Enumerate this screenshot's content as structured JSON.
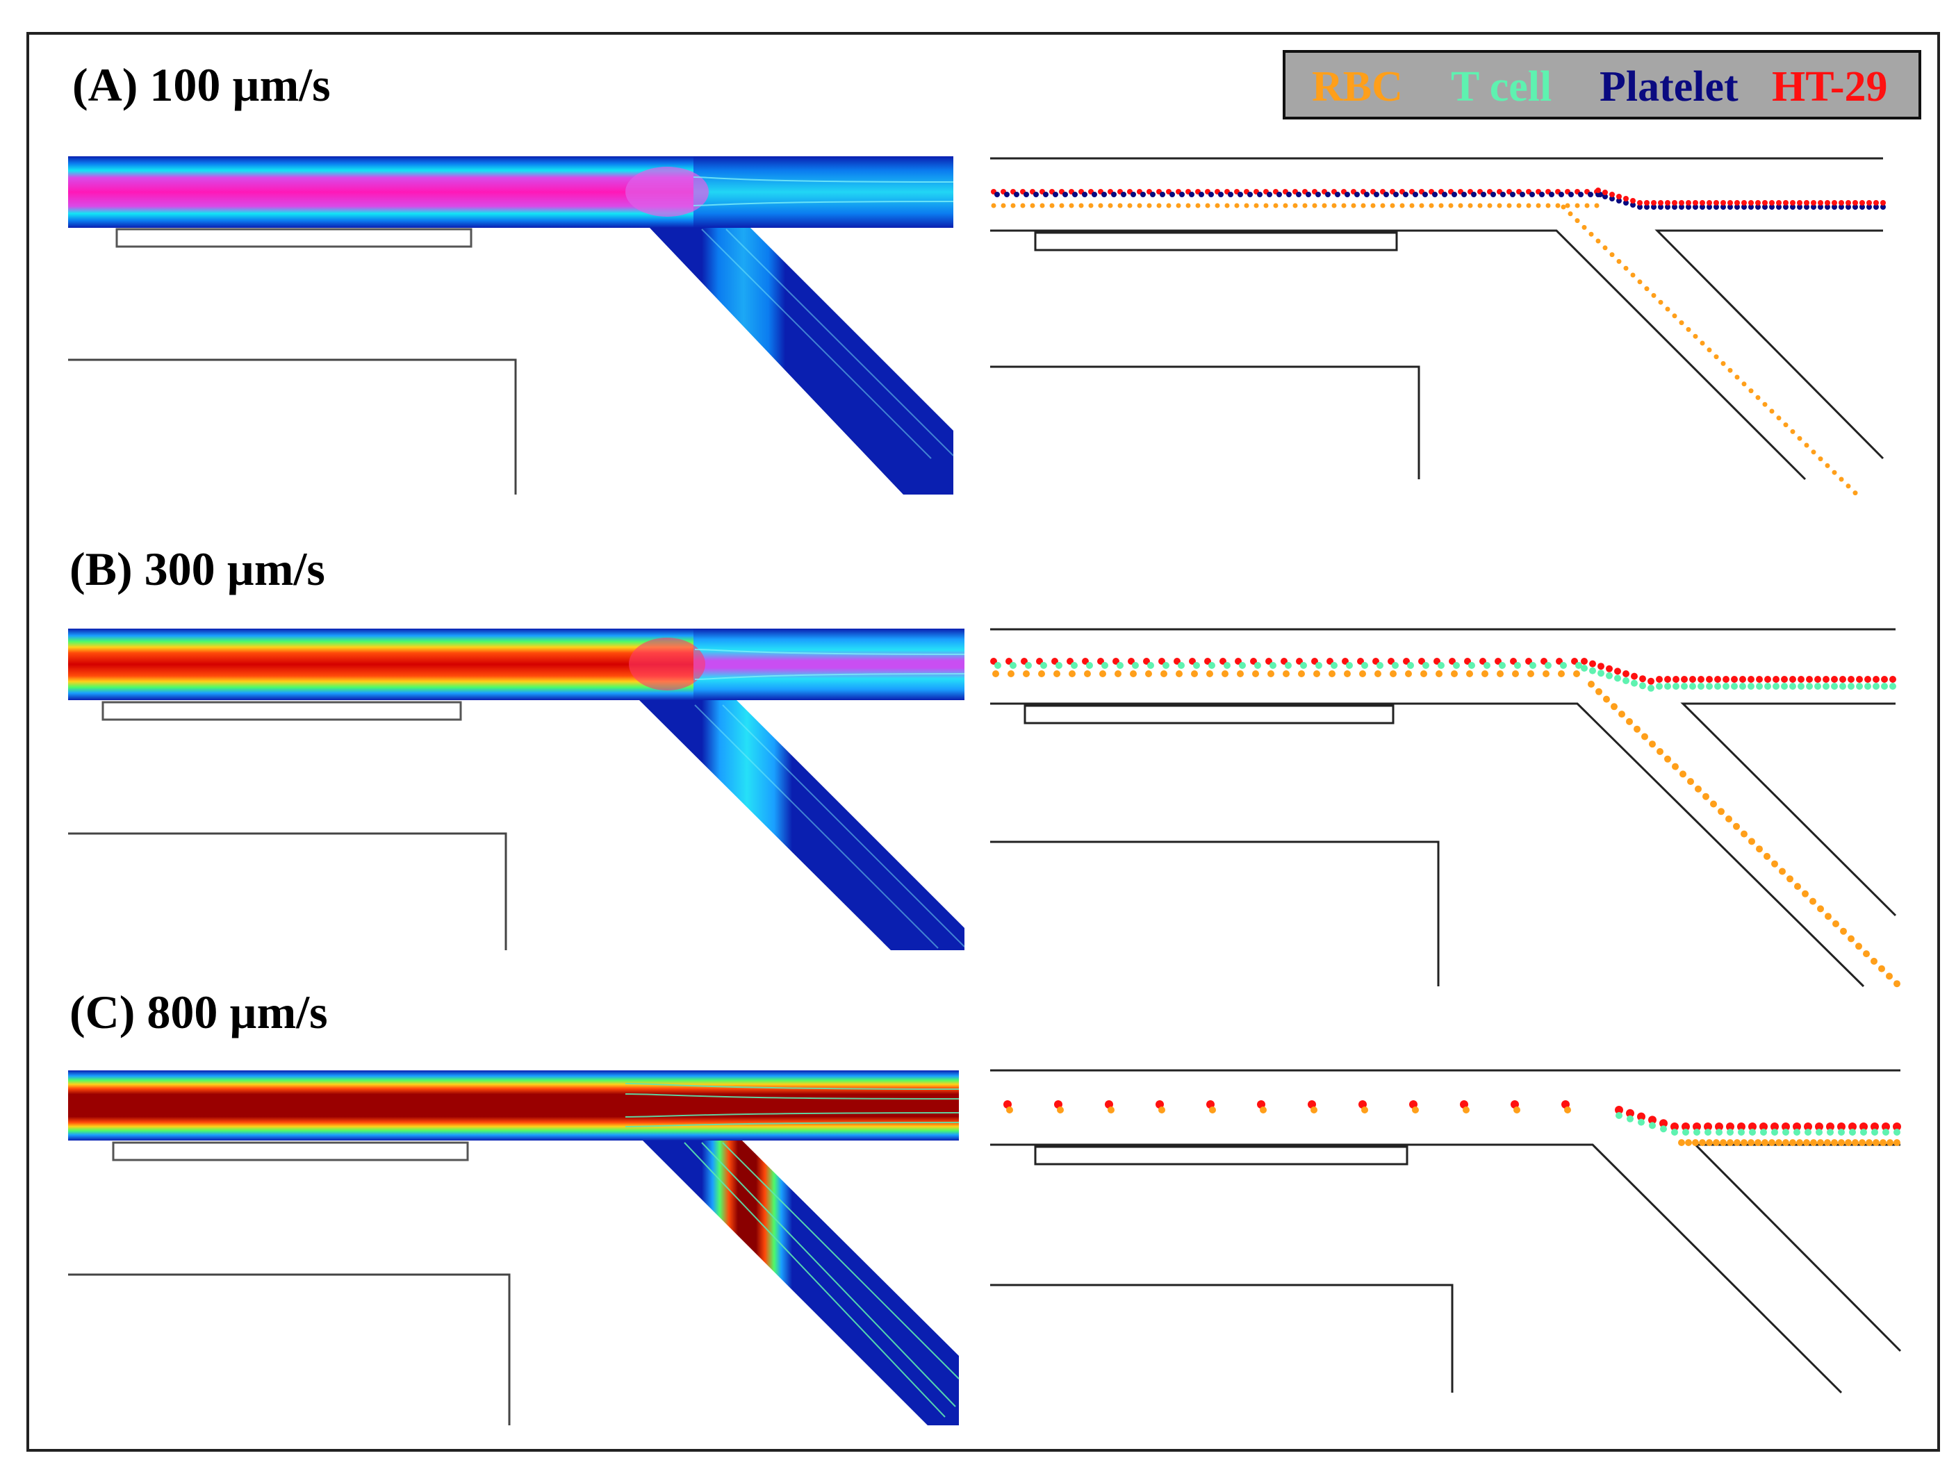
{
  "panels": [
    {
      "title": "(A) 100 µm/s",
      "speed": 100
    },
    {
      "title": "(B) 300 µm/s",
      "speed": 300
    },
    {
      "title": "(C) 800 µm/s",
      "speed": 800
    }
  ],
  "legend": {
    "items": [
      {
        "label": "RBC",
        "color": "#ff9f1a"
      },
      {
        "label": "T cell",
        "color": "#5ef2b0"
      },
      {
        "label": "Platelet",
        "color": "#0a0a80"
      },
      {
        "label": "HT-29",
        "color": "#ff1010"
      }
    ],
    "background": "#a6a6a6"
  }
}
